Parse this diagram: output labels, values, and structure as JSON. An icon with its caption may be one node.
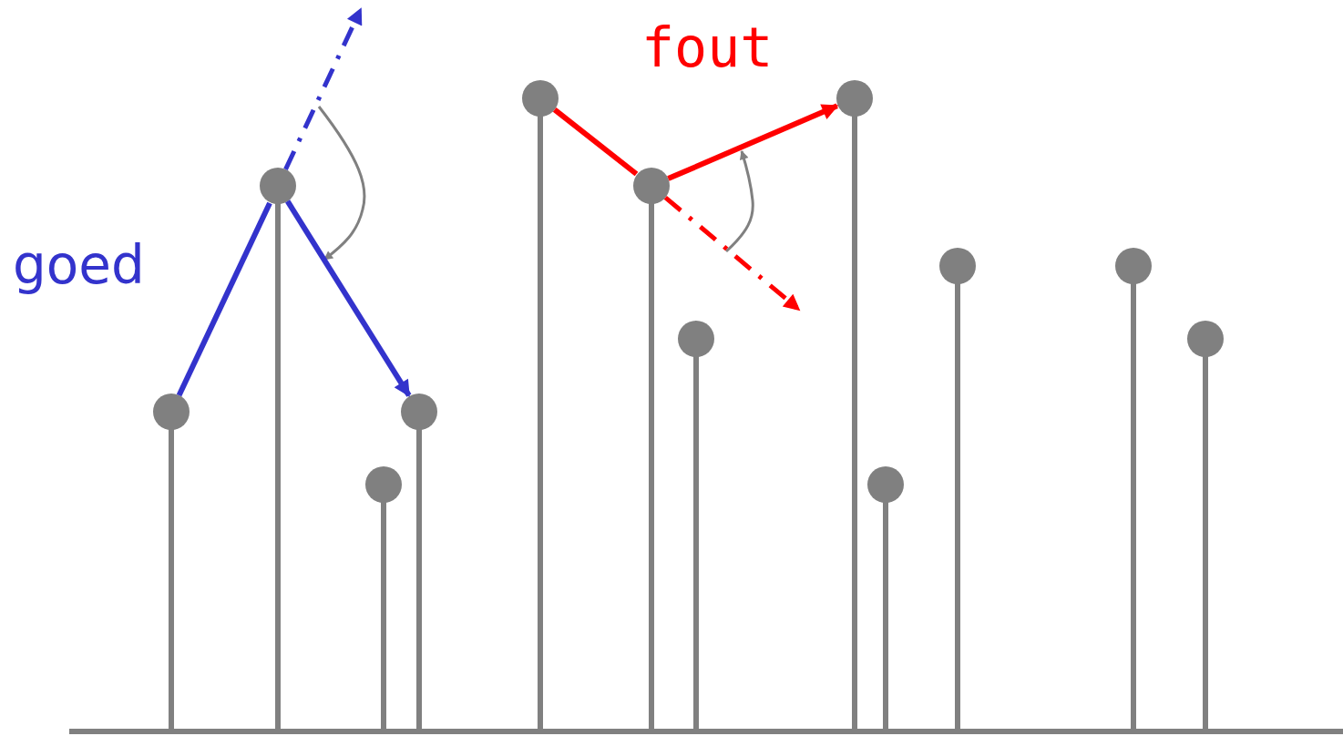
{
  "diagram": {
    "nodes": [
      {
        "text": [],
        "shape": "circle"
      },
      {
        "text": [],
        "shape": "circle"
      },
      {
        "text": [],
        "shape": "circle"
      },
      {
        "text": [],
        "shape": "circle"
      },
      {
        "text": [],
        "shape": "circle"
      },
      {
        "text": [],
        "shape": "circle"
      },
      {
        "text": [],
        "shape": "circle"
      },
      {
        "text": [],
        "shape": "circle"
      },
      {
        "text": [],
        "shape": "circle"
      },
      {
        "text": [],
        "shape": "circle"
      },
      {
        "text": [],
        "shape": "circle"
      },
      {
        "text": [],
        "shape": "circle"
      }
    ],
    "edges": [
      {
        "from": 0,
        "to": 1,
        "arrow": "none",
        "color": "#3333cc"
      },
      {
        "from": 1,
        "to": 3,
        "arrow": "to",
        "color": "#3333cc"
      },
      {
        "from": 1,
        "to": null,
        "arrow": "to",
        "style": "dashed",
        "color": "#3333cc"
      },
      {
        "from": 4,
        "to": 5,
        "arrow": "none",
        "color": "#ff0000"
      },
      {
        "from": 5,
        "to": 7,
        "arrow": "to",
        "color": "#ff0000"
      },
      {
        "from": 5,
        "to": null,
        "arrow": "to",
        "style": "dashed",
        "color": "#ff0000"
      }
    ],
    "labels": [
      "goed",
      "fout"
    ]
  }
}
